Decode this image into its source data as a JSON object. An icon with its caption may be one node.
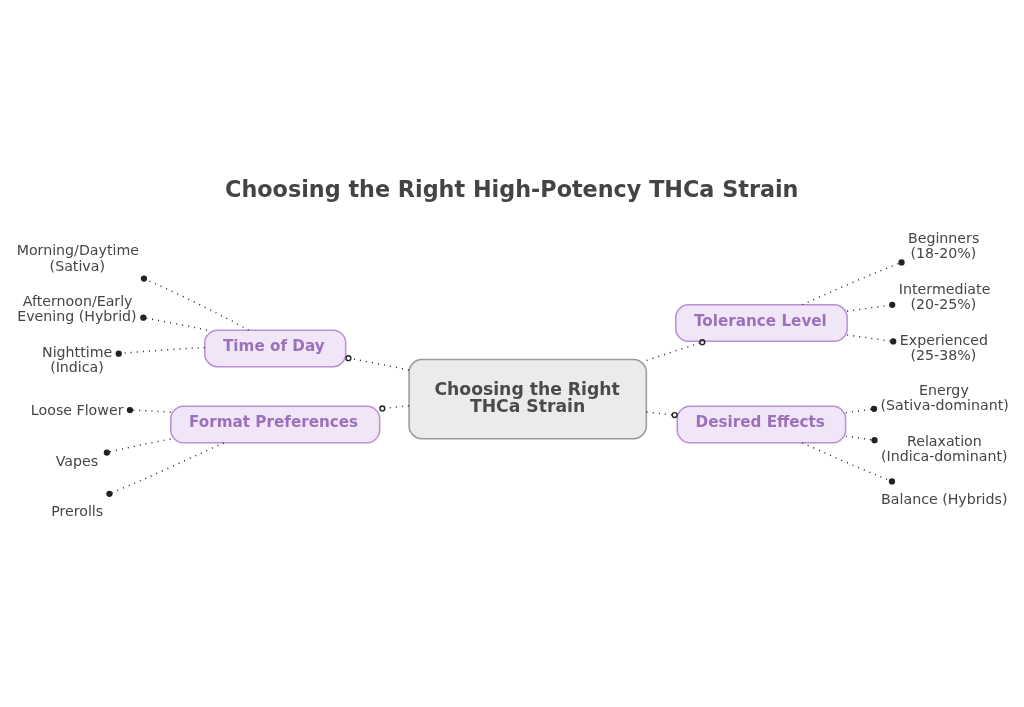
{
  "diagram": {
    "title": "Choosing the Right High-Potency THCa Strain",
    "nodes": [
      {
        "text": [
          "Choosing the Right THCa Strain"
        ]
      },
      {
        "text": [
          "Time of Day"
        ]
      },
      {
        "text": [
          "Morning/Daytime (Sativa)"
        ]
      },
      {
        "text": [
          "Afternoon/Early Evening (Hybrid)"
        ]
      },
      {
        "text": [
          "Nighttime (Indica)"
        ]
      },
      {
        "text": [
          "Tolerance Level"
        ]
      },
      {
        "text": [
          "Beginners (18-20%)"
        ]
      },
      {
        "text": [
          "Intermediate (20-25%)"
        ]
      },
      {
        "text": [
          "Experienced (25-38%)"
        ]
      },
      {
        "text": [
          "Format Preferences"
        ]
      },
      {
        "text": [
          "Loose Flower"
        ]
      },
      {
        "text": [
          "Vapes"
        ]
      },
      {
        "text": [
          "Prerolls"
        ]
      },
      {
        "text": [
          "Desired Effects"
        ]
      },
      {
        "text": [
          "Energy (Sativa-dominant)"
        ]
      },
      {
        "text": [
          "Relaxation (Indica-dominant)"
        ]
      },
      {
        "text": [
          "Balance (Hybrids)"
        ]
      }
    ],
    "edges": [
      {
        "from": 0,
        "to": 1,
        "arrow": "other"
      },
      {
        "from": 1,
        "to": 2,
        "arrow": "other"
      },
      {
        "from": 1,
        "to": 3,
        "arrow": "other"
      },
      {
        "from": 1,
        "to": 4,
        "arrow": "other"
      },
      {
        "from": 0,
        "to": 5,
        "arrow": "other"
      },
      {
        "from": 5,
        "to": 6,
        "arrow": "other"
      },
      {
        "from": 5,
        "to": 7,
        "arrow": "other"
      },
      {
        "from": 5,
        "to": 8,
        "arrow": "other"
      },
      {
        "from": 0,
        "to": 9,
        "arrow": "other"
      },
      {
        "from": 9,
        "to": 10,
        "arrow": "other"
      },
      {
        "from": 9,
        "to": 11,
        "arrow": "other"
      },
      {
        "from": 9,
        "to": 12,
        "arrow": "other"
      },
      {
        "from": 0,
        "to": 13,
        "arrow": "other"
      },
      {
        "from": 13,
        "to": 14,
        "arrow": "other"
      },
      {
        "from": 13,
        "to": 15,
        "arrow": "other"
      },
      {
        "from": 13,
        "to": 16,
        "arrow": "other"
      }
    ]
  }
}
